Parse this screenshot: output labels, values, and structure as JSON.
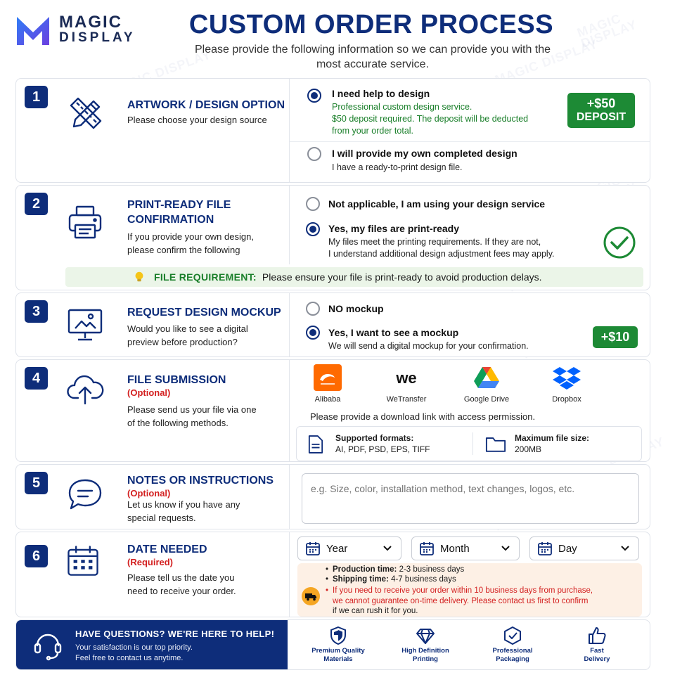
{
  "brand": {
    "name_line1": "MAGIC",
    "name_line2": "DISPLAY",
    "watermark": "MAGIC DISPLAY"
  },
  "header": {
    "title": "CUSTOM ORDER PROCESS",
    "subtitle": "Please provide the following information so we can provide you with the most accurate service."
  },
  "colors": {
    "navy": "#0e2d7a",
    "green": "#1d8a35",
    "red": "#d32020",
    "light_green": "#ebf5e8",
    "light_orange": "#fdf0e5"
  },
  "steps": [
    {
      "number": "1",
      "icon": "pencil-ruler-icon",
      "title": "ARTWORK / DESIGN OPTION",
      "description": "Please choose your design source",
      "options": [
        {
          "label": "I need help to design",
          "selected": true,
          "detail_line1": "Professional custom design service.",
          "detail_line2": "$50 deposit required. The deposit will be deducted",
          "detail_line3": "from your order total."
        },
        {
          "label": "I will provide my own completed design",
          "selected": false,
          "detail": "I have a ready-to-print design file."
        }
      ],
      "badge_line1": "+$50",
      "badge_line2": "DEPOSIT"
    },
    {
      "number": "2",
      "icon": "printer-icon",
      "title_line1": "PRINT-READY FILE",
      "title_line2": "CONFIRMATION",
      "description_line1": "If you provide your own design,",
      "description_line2": "please confirm the following",
      "options": [
        {
          "label": "Not applicable, I am using your design service",
          "selected": false
        },
        {
          "label": "Yes, my files are print-ready",
          "selected": true,
          "detail_line1": "My files meet the printing requirements. If they are not,",
          "detail_line2": "I understand additional design adjustment fees may apply."
        }
      ],
      "requirement_label": "FILE REQUIREMENT:",
      "requirement_text": "Please ensure your file is print-ready to avoid production delays."
    },
    {
      "number": "3",
      "icon": "monitor-image-icon",
      "title": "REQUEST DESIGN MOCKUP",
      "description_line1": "Would you like to see a digital",
      "description_line2": "preview before production?",
      "options": [
        {
          "label": "NO mockup",
          "selected": false
        },
        {
          "label": "Yes, I want to see a mockup",
          "selected": true,
          "detail": "We will send a digital mockup for your confirmation."
        }
      ],
      "badge": "+$10"
    },
    {
      "number": "4",
      "icon": "cloud-upload-icon",
      "title": "FILE SUBMISSION",
      "tag": "(Optional)",
      "description_line1": "Please send us your file via one",
      "description_line2": "of the following methods.",
      "services": [
        "Alibaba",
        "WeTransfer",
        "Google Drive",
        "Dropbox"
      ],
      "link_note": "Please provide a download link with access permission.",
      "formats_label": "Supported formats:",
      "formats_value": "AI, PDF, PSD, EPS, TIFF",
      "size_label": "Maximum file size:",
      "size_value": "200MB"
    },
    {
      "number": "5",
      "icon": "chat-bubble-icon",
      "title": "NOTES OR INSTRUCTIONS",
      "tag": "(Optional)",
      "description_line1": "Let us know if you have any",
      "description_line2": "special requests.",
      "placeholder": "e.g. Size, color, installation method, text changes, logos, etc."
    },
    {
      "number": "6",
      "icon": "calendar-icon",
      "title": "DATE NEEDED",
      "tag": "(Required)",
      "description_line1": "Please tell us the date you",
      "description_line2": "need to receive your order.",
      "selects": [
        "Year",
        "Month",
        "Day"
      ],
      "production_label": "Production time:",
      "production_value": "2-3 business days",
      "shipping_label": "Shipping time:",
      "shipping_value": "4-7 business days",
      "warning_line1": "If you need to receive your order within 10 business days from purchase,",
      "warning_line2": "we cannot guarantee on-time delivery. Please contact us first to confirm",
      "warning_line3": "if we can rush it for you."
    }
  ],
  "footer": {
    "heading": "HAVE QUESTIONS? WE'RE HERE TO HELP!",
    "line1": "Your satisfaction is our top priority.",
    "line2": "Feel free to contact us anytime.",
    "features": [
      {
        "line1": "Premium Quality",
        "line2": "Materials",
        "icon": "shield-icon"
      },
      {
        "line1": "High Definition",
        "line2": "Printing",
        "icon": "diamond-icon"
      },
      {
        "line1": "Professional",
        "line2": "Packaging",
        "icon": "package-icon"
      },
      {
        "line1": "Fast",
        "line2": "Delivery",
        "icon": "thumbs-up-icon"
      }
    ]
  }
}
